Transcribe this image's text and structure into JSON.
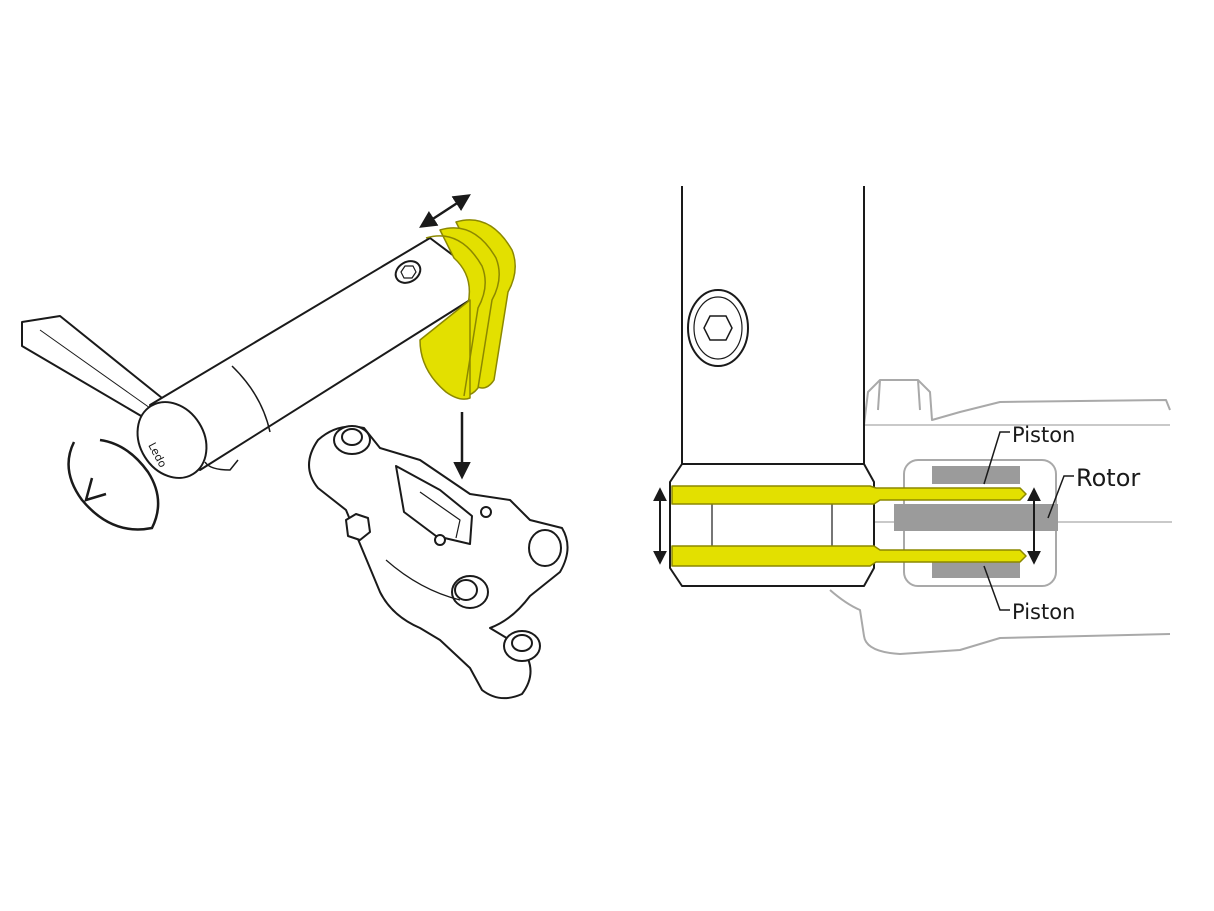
{
  "labels": {
    "piston_top": "Piston",
    "rotor": "Rotor",
    "piston_bottom": "Piston",
    "tool_brand": "Ledo"
  },
  "colors": {
    "highlight": "#e3e000",
    "highlight_stroke": "#8c8800",
    "line": "#1a1a1a",
    "ghost": "#a9a9a9",
    "rotor_fill": "#9b9b9b"
  },
  "icons": {
    "rotate": "curved-rotate-arrow-icon",
    "slide": "double-headed-arrow-icon",
    "insert": "down-arrow-icon"
  }
}
